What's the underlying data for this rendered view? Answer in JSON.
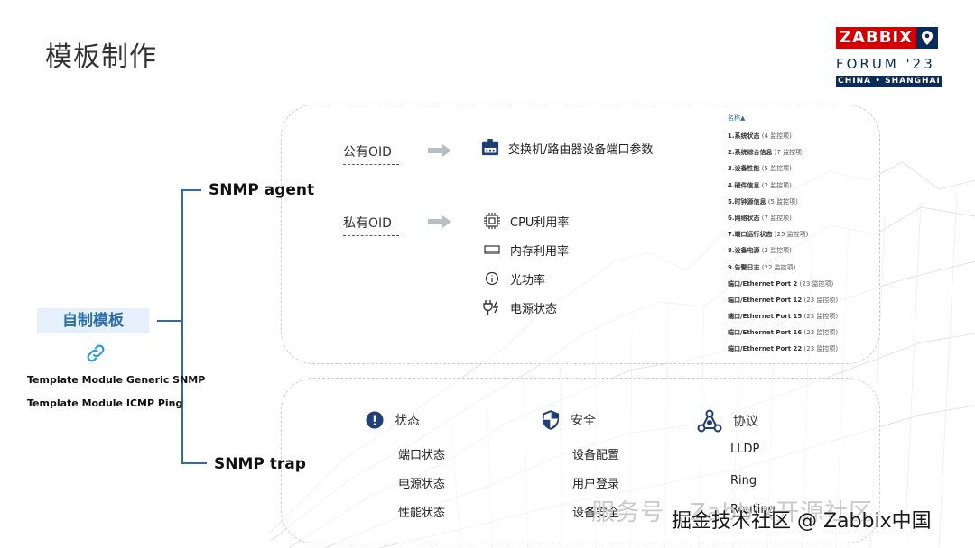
{
  "title": "模板制作",
  "logo": {
    "brand": "ZABBIX",
    "forum": "FORUM '23",
    "location": "CHINA • SHANGHAI",
    "brand_color": "#d40000",
    "navy": "#0b2b5b"
  },
  "left": {
    "self_template": "自制模板",
    "templates": [
      "Template Module Generic SNMP",
      "Template Module ICMP Ping"
    ],
    "snmp_agent": "SNMP agent",
    "snmp_trap": "SNMP trap"
  },
  "agent": {
    "public_oid": "公有OID",
    "public_item": "交换机/路由器设备端口参数",
    "private_oid": "私有OID",
    "private_items": [
      "CPU利用率",
      "内存利用率",
      "光功率",
      "电源状态"
    ]
  },
  "list": {
    "header": "名称▲",
    "rows": [
      {
        "name": "1.系统状态",
        "count": "(4 监控项)"
      },
      {
        "name": "2.系统综合信息",
        "count": "(7 监控项)"
      },
      {
        "name": "3.设备性能",
        "count": "(5 监控项)"
      },
      {
        "name": "4.硬件信息",
        "count": "(2 监控项)"
      },
      {
        "name": "5.时钟源信息",
        "count": "(5 监控项)"
      },
      {
        "name": "6.网络状态",
        "count": "(7 监控项)"
      },
      {
        "name": "7.端口运行状态",
        "count": "(25 监控项)"
      },
      {
        "name": "8.设备电源",
        "count": "(2 监控项)"
      },
      {
        "name": "9.告警日志",
        "count": "(22 监控项)"
      },
      {
        "name": "端口/Ethernet Port 2",
        "count": "(23 监控项)"
      },
      {
        "name": "端口/Ethernet Port 12",
        "count": "(23 监控项)"
      },
      {
        "name": "端口/Ethernet Port 15",
        "count": "(23 监控项)"
      },
      {
        "name": "端口/Ethernet Port 16",
        "count": "(23 监控项)"
      },
      {
        "name": "端口/Ethernet Port 22",
        "count": "(23 监控项)"
      }
    ]
  },
  "trap": {
    "status": {
      "title": "状态",
      "items": [
        "端口状态",
        "电源状态",
        "性能状态"
      ]
    },
    "security": {
      "title": "安全",
      "items": [
        "设备配置",
        "用户登录",
        "设备安全"
      ]
    },
    "protocol": {
      "title": "协议",
      "items": [
        "LLDP",
        "Ring",
        "Routing"
      ]
    }
  },
  "watermark": {
    "line1": "服务号 · Zabbix开源社区",
    "line2": "掘金技术社区 @ Zabbix中国"
  }
}
